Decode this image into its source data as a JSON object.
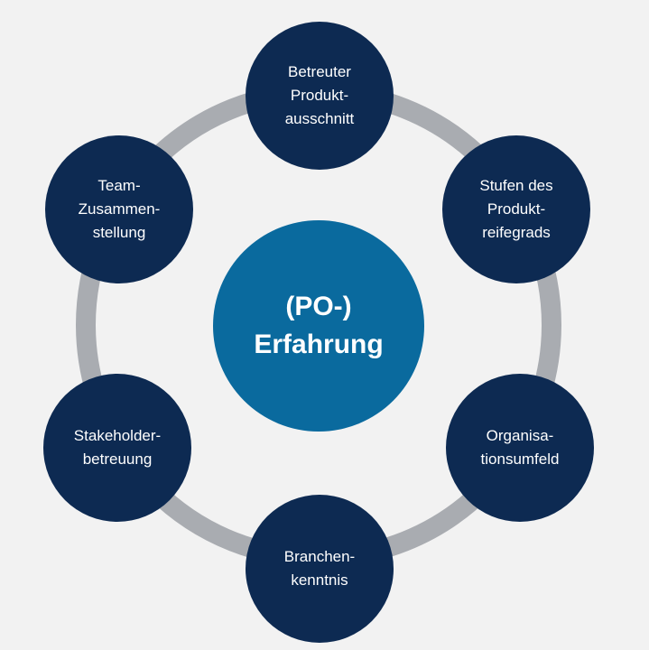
{
  "colors": {
    "background": "#f2f2f2",
    "ring": "#a9acb1",
    "node": "#0d2a52",
    "center": "#0a6a9e",
    "text": "#ffffff"
  },
  "center": {
    "label": "(PO-)\nErfahrung"
  },
  "nodes": {
    "top": "Betreuter\nProdukt-\nausschnitt",
    "top_right": "Stufen des\nProdukt-\nreifegrads",
    "bottom_right": "Organisa-\ntionsumfeld",
    "bottom": "Branchen-\nkenntnis",
    "bottom_left": "Stakeholder-\nbetreuung",
    "top_left": "Team-\nZusammen-\nstellung"
  }
}
